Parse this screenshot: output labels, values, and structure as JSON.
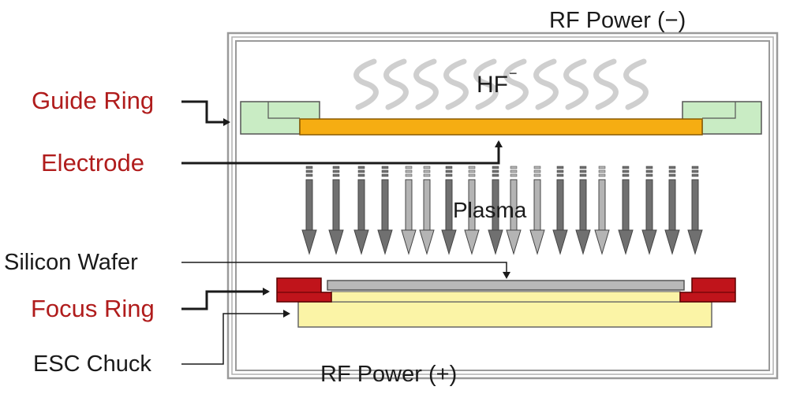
{
  "labels": {
    "rf_power_top": "RF Power (−)",
    "rf_power_bottom": "RF Power (+)",
    "hf": "HF",
    "hf_superscript": "−",
    "plasma": "Plasma",
    "guide_ring": "Guide Ring",
    "electrode": "Electrode",
    "silicon_wafer": "Silicon Wafer",
    "focus_ring": "Focus Ring",
    "esc_chuck": "ESC Chuck"
  },
  "colors": {
    "callout_red": "#b01c1c",
    "callout_black": "#1a1a1a",
    "chamber_frame": "#9a9a9a",
    "guide_ring_fill": "#c9ecc4",
    "electrode_fill": "#f6ad12",
    "wafer_fill": "#b8b8b8",
    "focus_ring_fill": "#c0141b",
    "chuck_fill": "#fbf4a6",
    "arrow_dark": "#707070",
    "arrow_light": "#b4b4b4",
    "squiggle": "#cfcfcf"
  },
  "icons": {
    "hf_waves": "squiggle-wave-icon",
    "plasma_arrows": "down-arrow-icon"
  }
}
